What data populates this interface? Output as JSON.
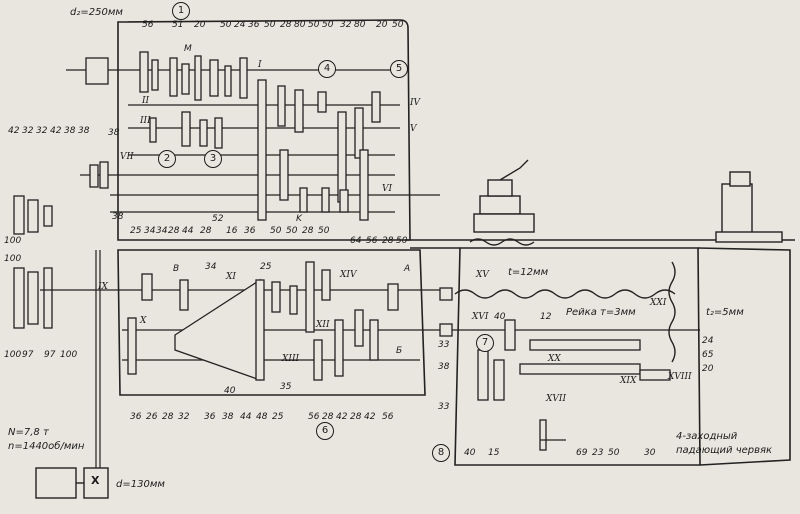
{
  "headstock": {
    "diameter": "d₂=250мм",
    "gear_teeth_top": [
      "56",
      "51",
      "20",
      "50",
      "24",
      "36",
      "50",
      "28",
      "80",
      "50",
      "50",
      "32",
      "80",
      "20",
      "50"
    ],
    "gear_teeth_left": [
      "42",
      "32",
      "32",
      "42",
      "38",
      "38"
    ],
    "label_38a": "38",
    "label_38b": "38",
    "label_M": "M",
    "shafts": [
      "I",
      "II",
      "III",
      "IV",
      "V",
      "VI",
      "VII"
    ],
    "shaft_extra": [
      "K"
    ],
    "mid_labels": [
      "25",
      "34",
      "34",
      "28",
      "44",
      "28",
      "52",
      "16",
      "36",
      "50",
      "50",
      "28",
      "50",
      "64",
      "56",
      "28",
      "50"
    ],
    "left_vertical": [
      "100",
      "100"
    ]
  },
  "gearbox": {
    "top_labels": [
      "B",
      "34",
      "XI",
      "25",
      "XIV",
      "A"
    ],
    "shafts": [
      "IX",
      "X",
      "XII",
      "XIII",
      "Б"
    ],
    "bottom_teeth": [
      "36",
      "26",
      "28",
      "32",
      "40",
      "36",
      "38",
      "44",
      "48",
      "25",
      "35",
      "56",
      "28",
      "42",
      "28",
      "42",
      "56"
    ],
    "left_bottom": [
      "100",
      "97",
      "97",
      "100"
    ]
  },
  "apron": {
    "shaft_XV": "XV",
    "pitch_t": "t=12мм",
    "rack": "Рейка т=3мм",
    "shaft_XXI": "XXI",
    "pitch_t2": "t₂=5мм",
    "labels": [
      "XVI",
      "40",
      "12",
      "33",
      "38",
      "33",
      "40",
      "15",
      "XVII",
      "XX",
      "XIX",
      "XVIII",
      "69",
      "23",
      "50",
      "30",
      "24",
      "65",
      "20"
    ],
    "worm_note_1": "4-заходный",
    "worm_note_2": "падающий червяк"
  },
  "motor": {
    "power": "N=7,8 т",
    "rpm": "n=1440об/мин",
    "pulley": "d=130мм",
    "box_label": "X"
  },
  "callouts": [
    "1",
    "2",
    "3",
    "4",
    "5",
    "6",
    "7",
    "8"
  ]
}
